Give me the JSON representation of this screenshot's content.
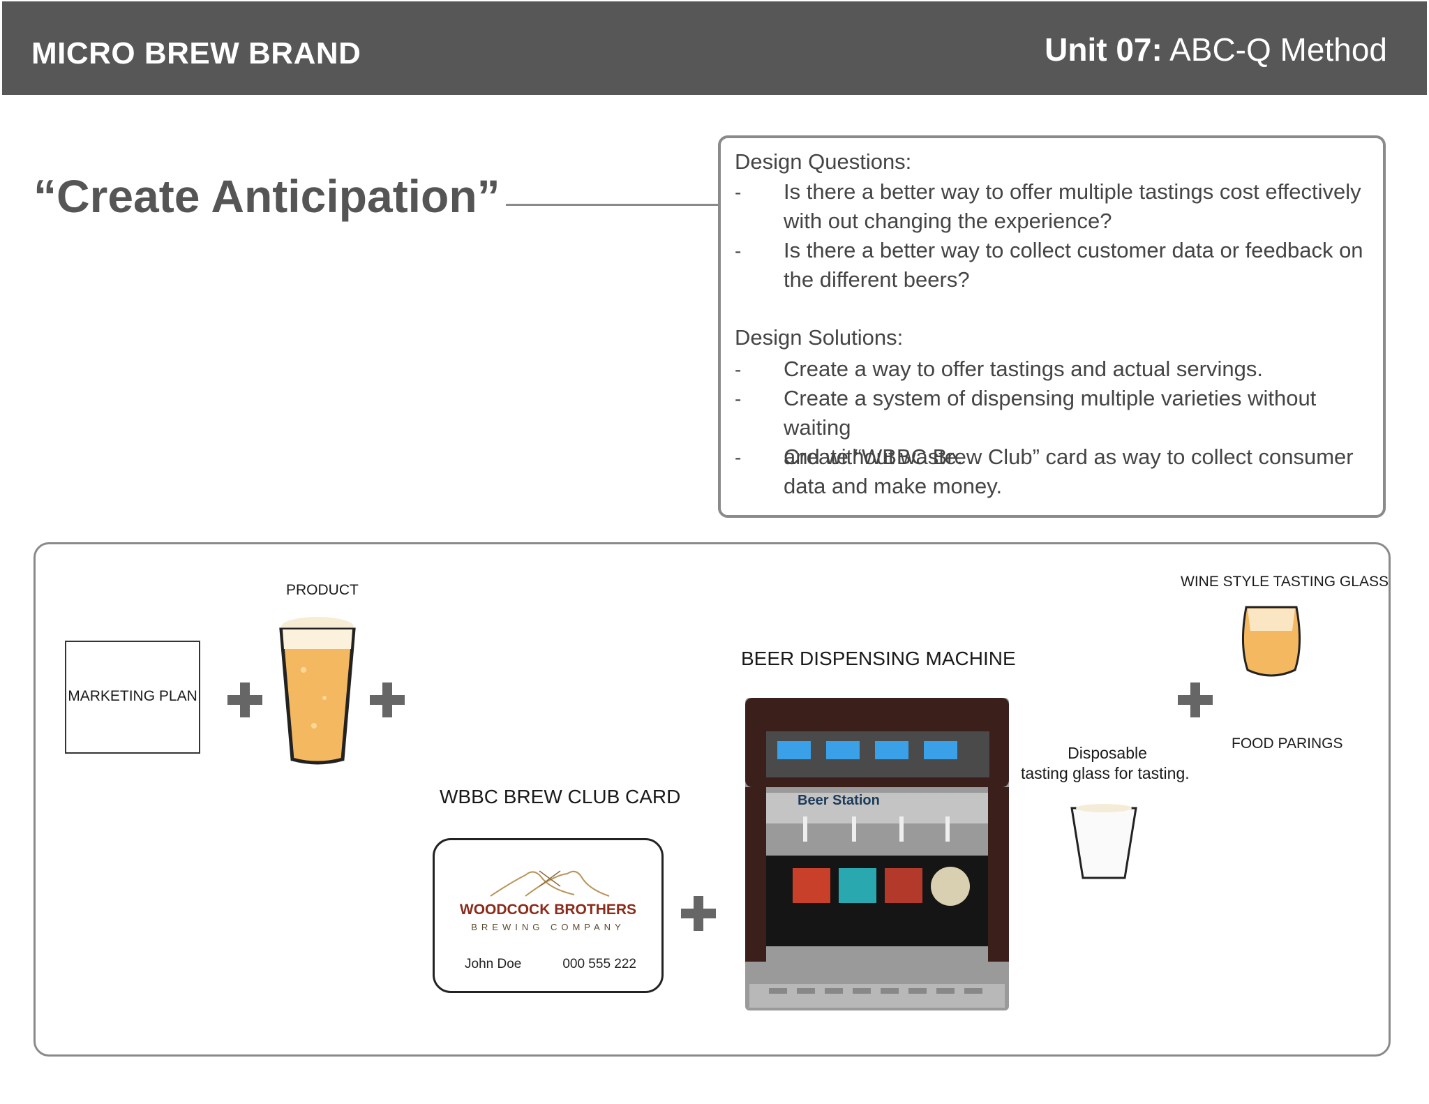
{
  "header": {
    "brand": "MICRO BREW BRAND",
    "unit_bold": "Unit 07:",
    "unit_rest": "ABC-Q Method"
  },
  "quote": "“Create Anticipation”",
  "questions": {
    "heading": "Design Questions:",
    "bullet": "-",
    "items": [
      [
        "Is there a better way to offer multiple tastings cost effectively",
        "with out changing the experience?"
      ],
      [
        "Is there a better way to collect customer data or feedback on",
        "the different beers?"
      ]
    ]
  },
  "solutions": {
    "heading": "Design Solutions:",
    "items": [
      [
        "Create a way to offer tastings and actual servings."
      ],
      [
        "Create a system of dispensing multiple varieties without waiting",
        "and without waste."
      ],
      [
        "Create “WBBC Brew Club” card as way to collect consumer",
        "data and make money."
      ]
    ]
  },
  "labels": {
    "marketing": "MARKETING PLAN",
    "product": "PRODUCT",
    "club_card": "WBBC BREW CLUB CARD",
    "machine": "BEER DISPENSING MACHINE",
    "machine_sign": "Beer Station",
    "disposable_1": "Disposable",
    "disposable_2": "tasting glass for tasting.",
    "wine_glass": "WINE STYLE TASTING GLASS",
    "food": "FOOD PARINGS"
  },
  "card": {
    "company": "WOODCOCK BROTHERS",
    "subtitle": "BREWING COMPANY",
    "name": "John Doe",
    "number": "000 555 222"
  },
  "colors": {
    "header_bg": "#575757",
    "border": "#8a8a8a",
    "beer": "#f4b860",
    "card_brand": "#8b2a1a"
  }
}
